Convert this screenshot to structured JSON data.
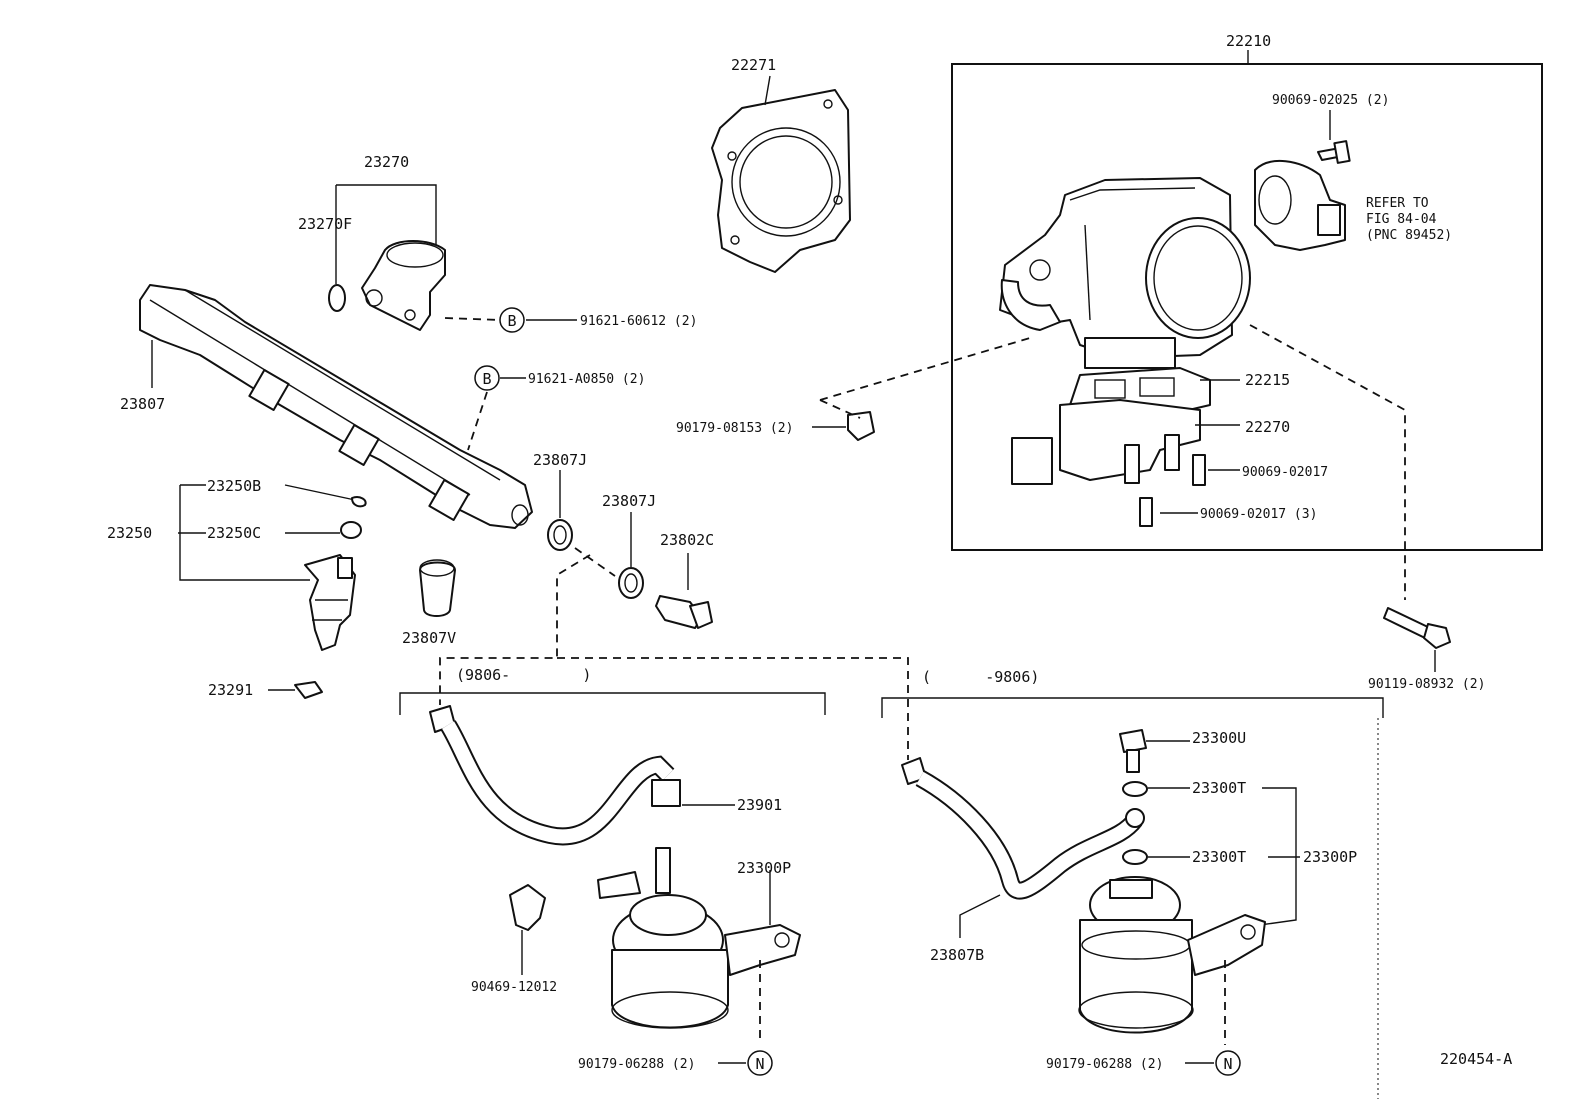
{
  "diagram": {
    "code": "220454-A",
    "part_labels": {
      "p22210": "22210",
      "p22271": "22271",
      "p23270": "23270",
      "p23270F": "23270F",
      "p23807": "23807",
      "p91621_60612": "91621-60612 (2)",
      "p91621_A0850": "91621-A0850 (2)",
      "p23250": "23250",
      "p23250B": "23250B",
      "p23250C": "23250C",
      "p23291": "23291",
      "p23807V": "23807V",
      "p23807J_a": "23807J",
      "p23807J_b": "23807J",
      "p23802C": "23802C",
      "p90069_02025": "90069-02025 (2)",
      "p22215": "22215",
      "p22270": "22270",
      "p90069_02017": "90069-02017",
      "p90069_02017_3": "90069-02017 (3)",
      "p90179_08153": "90179-08153 (2)",
      "p90119_08932": "90119-08932 (2)",
      "p23901": "23901",
      "p23300P_a": "23300P",
      "p23300P_b": "23300P",
      "p90469_12012": "90469-12012",
      "p90179_06288_a": "90179-06288 (2)",
      "p90179_06288_b": "90179-06288 (2)",
      "p23300U": "23300U",
      "p23300T_a": "23300T",
      "p23300T_b": "23300T",
      "p23807B": "23807B"
    },
    "refer": {
      "line1": "REFER TO",
      "line2": "FIG 84-04",
      "line3": "(PNC 89452)"
    },
    "ranges": {
      "left": "(9806-        )",
      "right": "(      -9806)"
    },
    "callouts": {
      "b1": "B",
      "b2": "B",
      "n1": "N",
      "n2": "N"
    }
  }
}
